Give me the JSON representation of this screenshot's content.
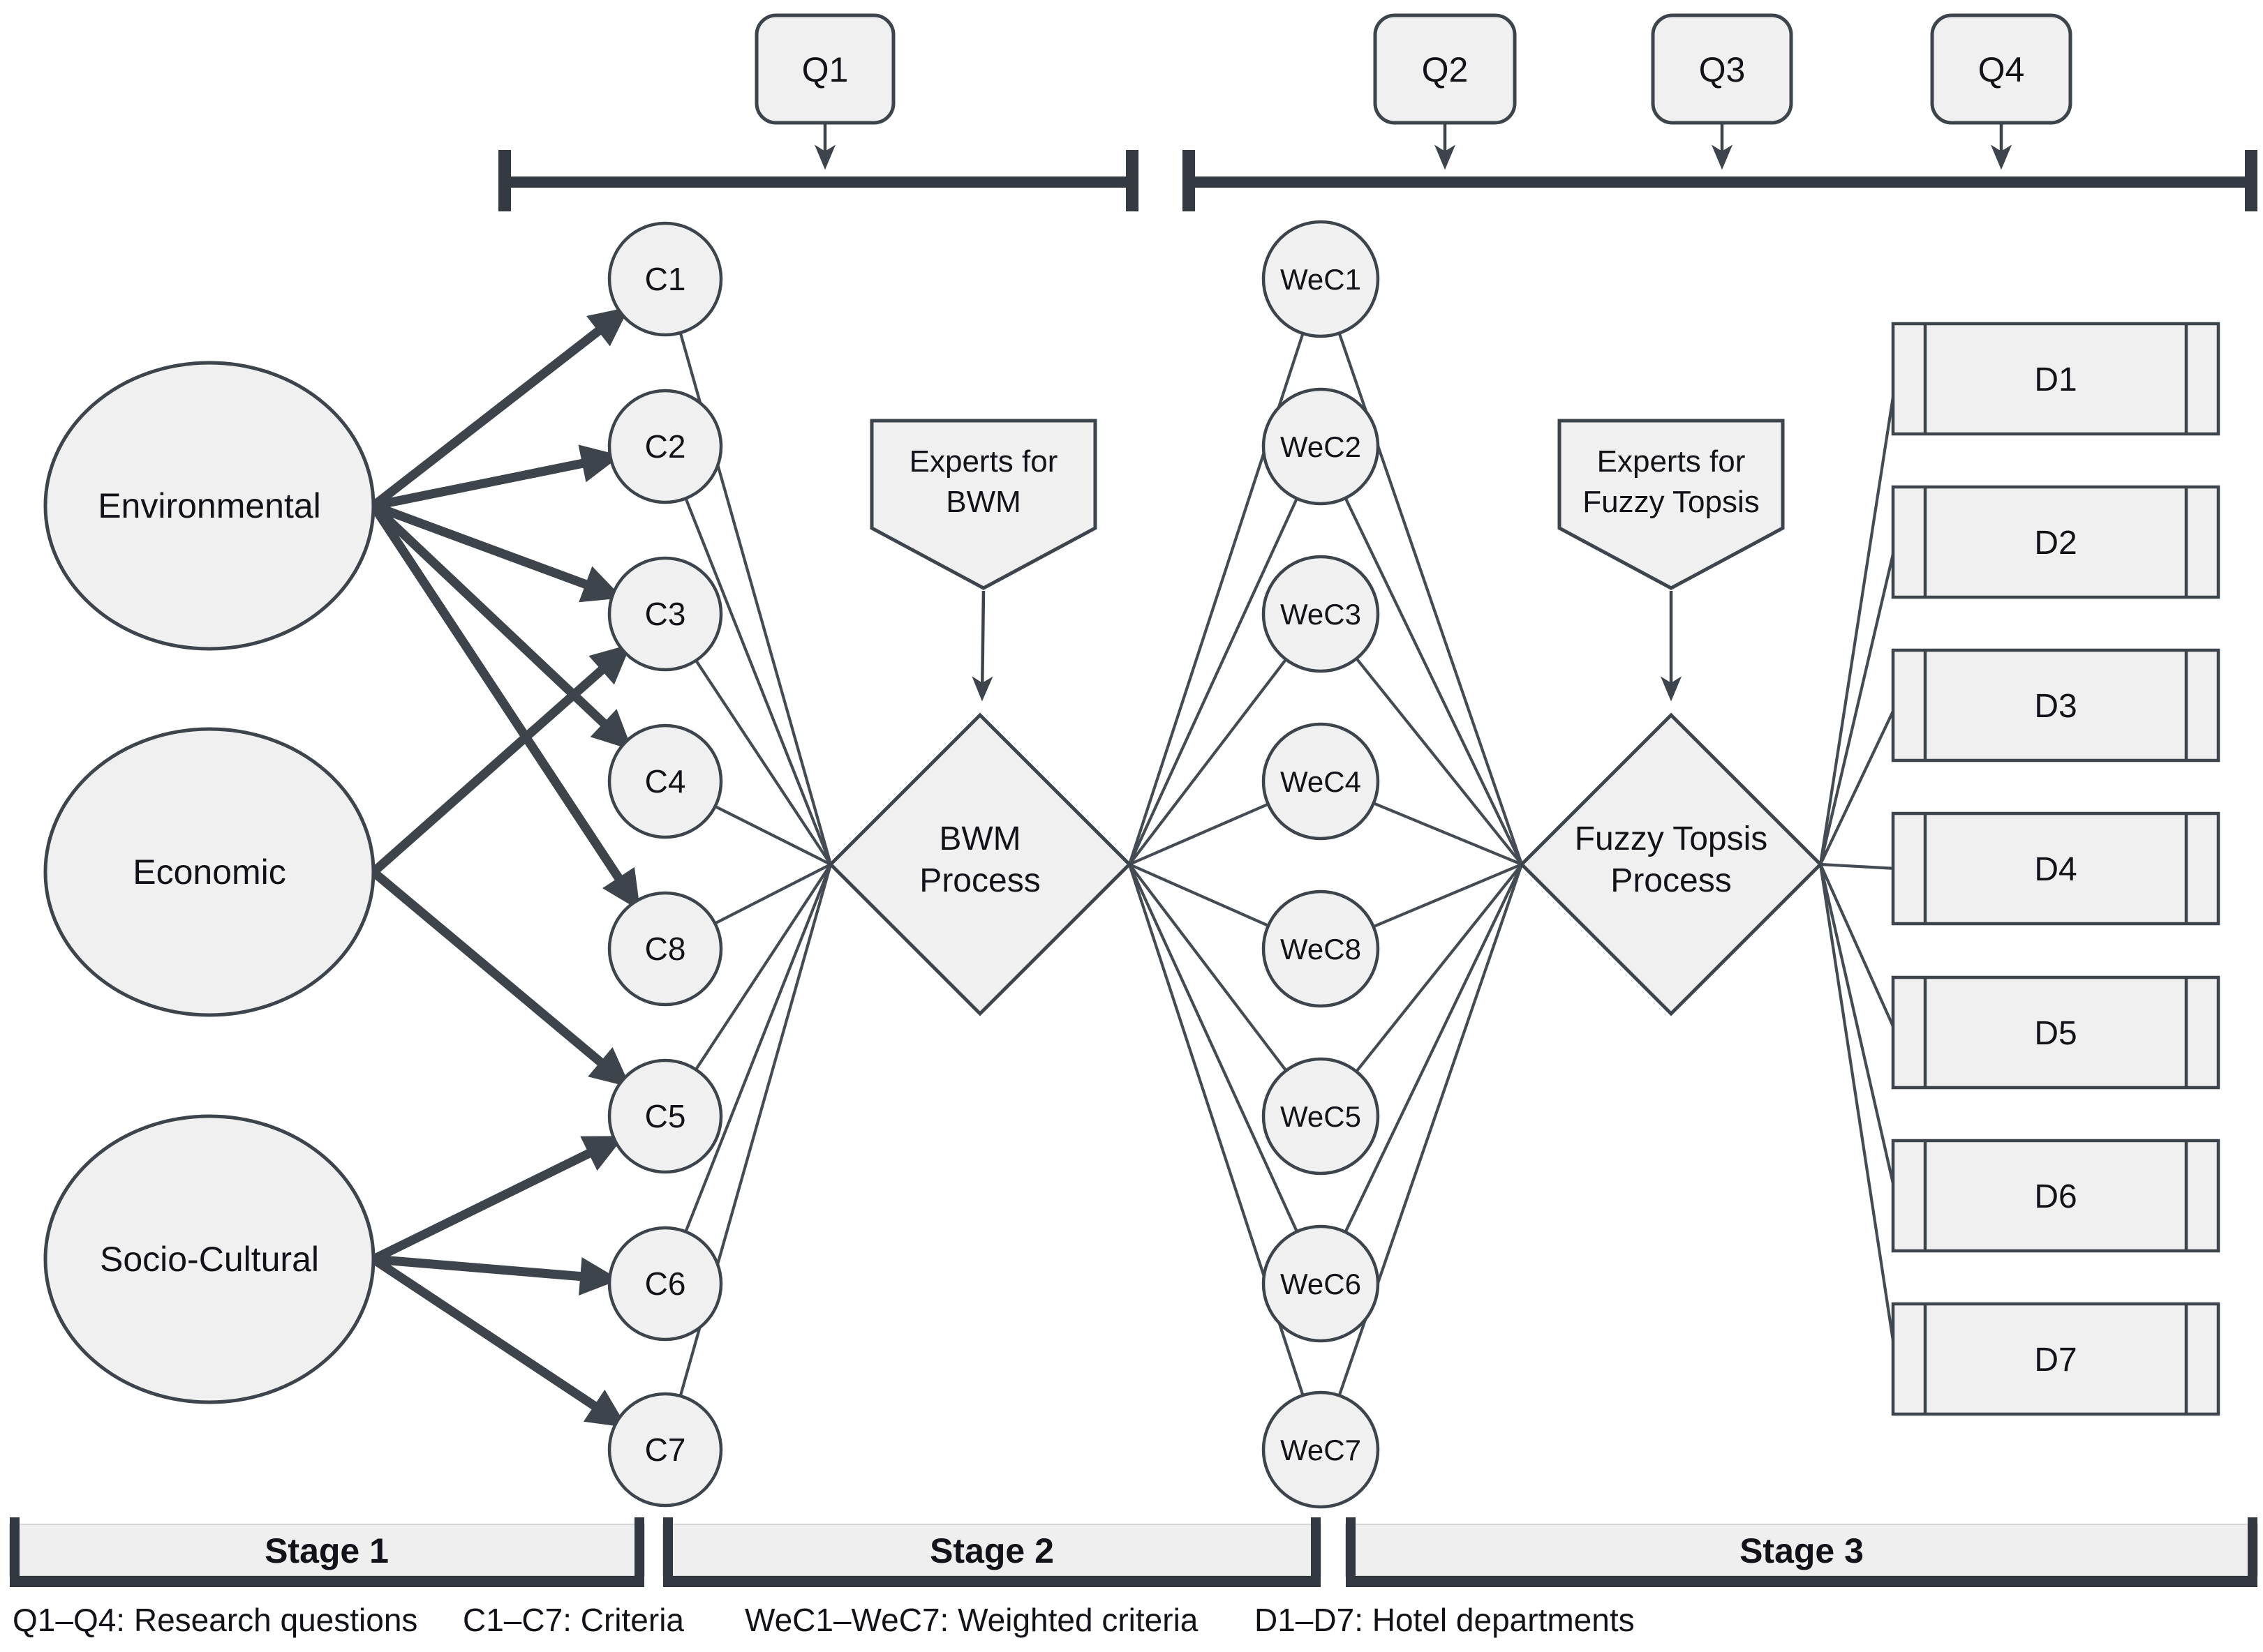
{
  "questions": {
    "q1": "Q1",
    "q2": "Q2",
    "q3": "Q3",
    "q4": "Q4"
  },
  "categories": {
    "environmental": "Environmental",
    "economic": "Economic",
    "socio_cultural": "Socio-Cultural"
  },
  "criteria": {
    "c1": "C1",
    "c2": "C2",
    "c3": "C3",
    "c4": "C4",
    "c8": "C8",
    "c5": "C5",
    "c6": "C6",
    "c7": "C7",
    "display_order_top_to_bottom": [
      "C1",
      "C2",
      "C3",
      "C4",
      "C8",
      "C5",
      "C6",
      "C7"
    ]
  },
  "weighted_criteria": {
    "wec1": "WeC1",
    "wec2": "WeC2",
    "wec3": "WeC3",
    "wec4": "WeC4",
    "wec8": "WeC8",
    "wec5": "WeC5",
    "wec6": "WeC6",
    "wec7": "WeC7",
    "display_order_top_to_bottom": [
      "WeC1",
      "WeC2",
      "WeC3",
      "WeC4",
      "WeC8",
      "WeC5",
      "WeC6",
      "WeC7"
    ]
  },
  "departments": {
    "d1": "D1",
    "d2": "D2",
    "d3": "D3",
    "d4": "D4",
    "d5": "D5",
    "d6": "D6",
    "d7": "D7"
  },
  "experts_bwm": {
    "line1": "Experts for",
    "line2": "BWM"
  },
  "experts_fuzzy": {
    "line1": "Experts for",
    "line2": "Fuzzy Topsis"
  },
  "process_bwm": {
    "line1": "BWM",
    "line2": "Process"
  },
  "process_fuzzy": {
    "line1": "Fuzzy Topsis",
    "line2": "Process"
  },
  "stages": {
    "stage1": "Stage 1",
    "stage2": "Stage 2",
    "stage3": "Stage 3"
  },
  "legend": {
    "q": "Q1–Q4: Research questions",
    "c": "C1–C7: Criteria",
    "wec": "WeC1–WeC7: Weighted criteria",
    "d": "D1–D7: Hotel departments"
  },
  "connections": {
    "environmental_to": [
      "C1",
      "C2",
      "C3",
      "C4",
      "C8"
    ],
    "economic_to": [
      "C3",
      "C5"
    ],
    "socio_cultural_to": [
      "C5",
      "C6",
      "C7"
    ],
    "all_criteria_to": "BWM Process",
    "experts_bwm_to": "BWM Process",
    "bwm_process_to": [
      "WeC1",
      "WeC2",
      "WeC3",
      "WeC4",
      "WeC8",
      "WeC5",
      "WeC6",
      "WeC7"
    ],
    "all_weighted_criteria_to": "Fuzzy Topsis Process",
    "experts_fuzzy_to": "Fuzzy Topsis Process",
    "fuzzy_topsis_process_to": [
      "D1",
      "D2",
      "D3",
      "D4",
      "D5",
      "D6",
      "D7"
    ],
    "q1_points_to": "Stage 2 timeline bracket",
    "q2_q3_q4_point_to": "Stage 3 timeline bracket"
  },
  "colors": {
    "node_fill": "#f0f0f0",
    "stroke": "#3d444c",
    "bracket": "#333a42",
    "stage_dark": "#32383f",
    "stage_fill": "#efefef",
    "text": "#111318",
    "background": "#ffffff"
  }
}
